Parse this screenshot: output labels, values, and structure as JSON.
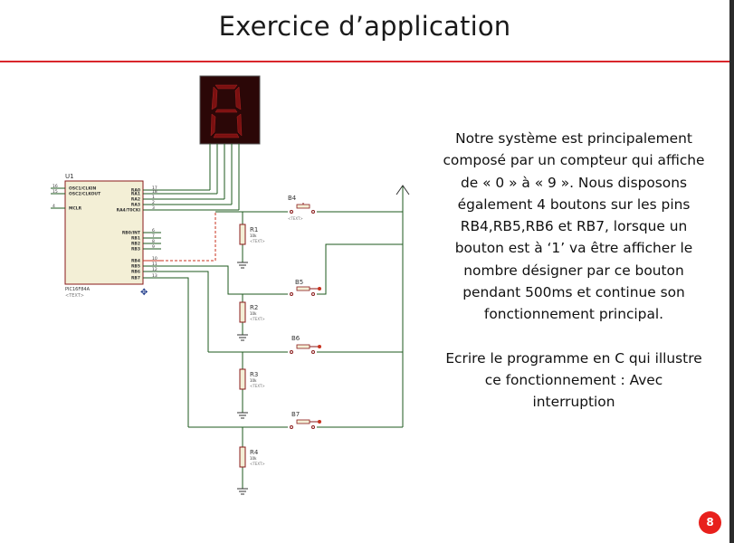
{
  "slide": {
    "title": "Exercice d’application",
    "paragraph1": "Notre système est principalement composé par un compteur qui affiche de « 0 » à « 9 ». Nous disposons également 4 boutons sur les pins RB4,RB5,RB6 et RB7, lorsque un bouton est à ‘1’ va être afficher le nombre désigner par ce bouton pendant 500ms et continue son fonctionnement principal.",
    "paragraph2": "Ecrire le programme en C qui illustre ce fonctionnement : Avec interruption",
    "page_number": "8",
    "accent_color": "#d9262b"
  },
  "schematic": {
    "chip": {
      "ref": "U1",
      "part": "PIC16F84A",
      "text_tag": "<TEXT>",
      "left_pins": [
        {
          "num": "16",
          "name": "OSC1/CLKIN"
        },
        {
          "num": "15",
          "name": "OSC2/CLKOUT"
        },
        {
          "num": "4",
          "name": "MCLR"
        }
      ],
      "right_pins": [
        {
          "num": "17",
          "name": "RA0"
        },
        {
          "num": "18",
          "name": "RA1"
        },
        {
          "num": "1",
          "name": "RA2"
        },
        {
          "num": "2",
          "name": "RA3"
        },
        {
          "num": "3",
          "name": "RA4/T0CKI"
        },
        {
          "num": "6",
          "name": "RB0/INT"
        },
        {
          "num": "7",
          "name": "RB1"
        },
        {
          "num": "8",
          "name": "RB2"
        },
        {
          "num": "9",
          "name": "RB3"
        },
        {
          "num": "10",
          "name": "RB4"
        },
        {
          "num": "11",
          "name": "RB5"
        },
        {
          "num": "12",
          "name": "RB6"
        },
        {
          "num": "13",
          "name": "RB7"
        }
      ]
    },
    "display_digit": "8",
    "buttons": [
      {
        "ref": "B4",
        "tag": "<TEXT>"
      },
      {
        "ref": "B5"
      },
      {
        "ref": "B6"
      },
      {
        "ref": "B7"
      }
    ],
    "resistors": [
      {
        "ref": "R1",
        "value": "10k",
        "tag": "<TEXT>"
      },
      {
        "ref": "R2",
        "value": "10k",
        "tag": "<TEXT>"
      },
      {
        "ref": "R3",
        "value": "10k",
        "tag": "<TEXT>"
      },
      {
        "ref": "R4",
        "value": "10k",
        "tag": "<TEXT>"
      }
    ],
    "colors": {
      "wire": "#1e5a1e",
      "wire_active": "#c8321e",
      "component": "#8a1a1a",
      "chip_fill": "#f3efd6",
      "display_bg": "#2b0707",
      "segment_on": "#7a1010"
    }
  }
}
